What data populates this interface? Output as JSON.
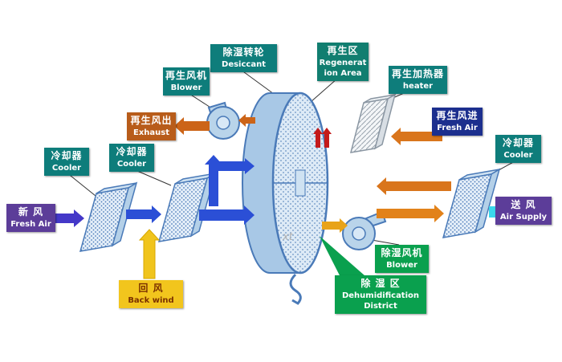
{
  "diagram": {
    "watermark": "xt",
    "labels": {
      "desiccant": {
        "zh": "除湿转轮",
        "en": "Desiccant"
      },
      "regeneration_area": {
        "zh": "再生区",
        "en": "Regeneration Area"
      },
      "regen_blower": {
        "zh": "再生风机",
        "en": "Blower"
      },
      "regen_heater": {
        "zh": "再生加热器",
        "en": "heater"
      },
      "exhaust": {
        "zh": "再生风出",
        "en": "Exhaust"
      },
      "regen_fresh_air": {
        "zh": "再生风进",
        "en": "Fresh Air"
      },
      "cooler_left_1": {
        "zh": "冷却器",
        "en": "Cooler"
      },
      "cooler_left_2": {
        "zh": "冷却器",
        "en": "Cooler"
      },
      "cooler_right": {
        "zh": "冷却器",
        "en": "Cooler"
      },
      "fresh_air": {
        "zh": "新 风",
        "en": "Fresh Air"
      },
      "air_supply": {
        "zh": "送 风",
        "en": "Air Supply"
      },
      "back_wind": {
        "zh": "回 风",
        "en": "Back wind"
      },
      "dehumid_blower": {
        "zh": "除湿风机",
        "en": "Blower"
      },
      "dehumid_district": {
        "zh": "除 湿 区",
        "en": "Dehumidification District"
      }
    },
    "colors": {
      "teal_box": "#0e7d7b",
      "orange_box": "#b85c1a",
      "navy_box": "#1c2f8e",
      "purple_box": "#5c3d99",
      "yellow_box": "#f2c51d",
      "green_box": "#0aa04e",
      "blue_arrow": "#2b4fd6",
      "indigo_arrow": "#4438c8",
      "orange_arrow": "#d9751c",
      "gold_arrow": "#e8a318",
      "cyan_arrow": "#3ad8ec",
      "red_arrow": "#c41a1a",
      "yellow_arrow": "#f0c41c",
      "green_arrow": "#0aa04e",
      "wheel_fill": "#a8c8e6",
      "component_outline": "#4a7ab8"
    }
  }
}
